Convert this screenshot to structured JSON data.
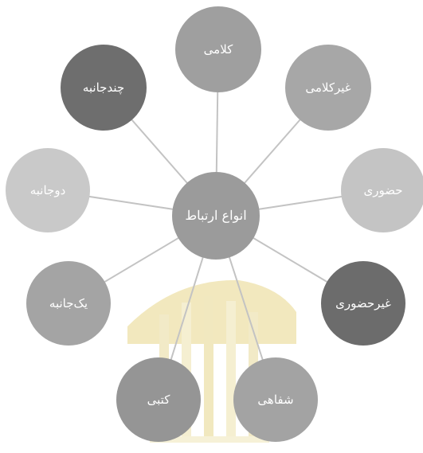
{
  "diagram": {
    "center": {
      "label": "انواع ارتباط",
      "color": "#9b9b9b"
    },
    "nodes": [
      {
        "id": "kalami",
        "label": "کلامی",
        "color": "#9f9f9f"
      },
      {
        "id": "gheyr-kalami",
        "label": "غیرکلامی",
        "color": "#a7a7a7"
      },
      {
        "id": "hozuri",
        "label": "حضوری",
        "color": "#c4c4c4"
      },
      {
        "id": "gheyr-hozuri",
        "label": "غیرحضوری",
        "color": "#6c6c6c"
      },
      {
        "id": "shafahi",
        "label": "شفاهی",
        "color": "#a3a3a3"
      },
      {
        "id": "katbi",
        "label": "کتبی",
        "color": "#959595"
      },
      {
        "id": "yekjanebe",
        "label": "یک‌جانبه",
        "color": "#a4a4a4"
      },
      {
        "id": "dojanebe",
        "label": "دوجانبه",
        "color": "#c9c9c9"
      },
      {
        "id": "chandjanebe",
        "label": "چندجانبه",
        "color": "#6e6e6e"
      }
    ],
    "line_color": "#c3c3c3"
  }
}
